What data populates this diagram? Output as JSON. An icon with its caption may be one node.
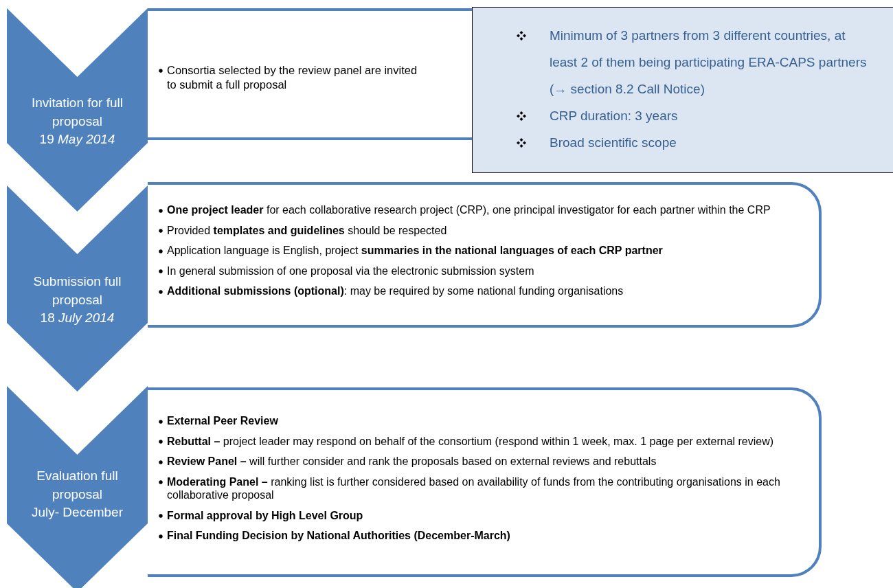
{
  "diagram": {
    "nodes": [
      {
        "text": [
          "Invitation for full proposal",
          "19 *May 2014*"
        ]
      },
      {
        "text": [
          "Consortia selected by the review panel are invited to submit a full proposal"
        ]
      },
      {
        "text": [
          "Minimum of 3 partners  from 3 different countries, at least 2 of them being participating ERA-CAPS partners (→ section 8.2 Call Notice)",
          "CRP duration: 3 years",
          "Broad scientific scope"
        ]
      },
      {
        "text": [
          "Submission  full proposal",
          "18 *July 2014*"
        ]
      },
      {
        "text": [
          "**One project leader** for each  collaborative research project (CRP), one principal investigator for each partner within the CRP",
          "Provided **templates and guidelines** should be respected",
          "Application language is English,  project **summaries  in the national languages of each CRP partner**",
          "In general  submission of one proposal  via the electronic submission system",
          "**Additional submissions (optional)**:  may be required by some national  funding organisations"
        ]
      },
      {
        "text": [
          "Evaluation full proposal",
          "July- December"
        ]
      },
      {
        "text": [
          "**External Peer Review**",
          "**Rebuttal –** project leader may respond on behalf of  the consortium  (respond within 1 week, max. 1 page per external review)",
          "**Review Panel –** will further consider and rank the proposals based on external reviews  and rebuttals",
          "**Moderating Panel –** ranking list is  further considered based on availability of funds from the contributing organisations in each collaborative proposal",
          "**Formal approval by High Level Group**",
          "**Final Funding Decision by National Authorities (December-March)**"
        ]
      }
    ]
  }
}
